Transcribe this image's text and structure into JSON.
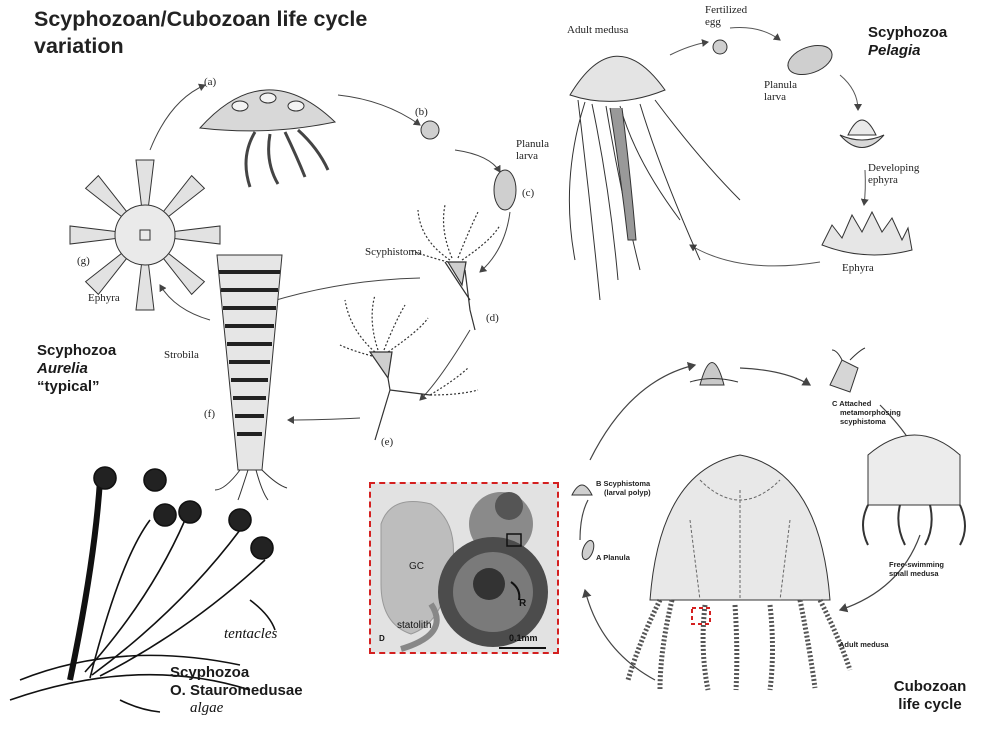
{
  "title": "Scyphozoan/Cubozoan life cycle variation",
  "panels": {
    "aurelia": {
      "group_label": [
        "Scyphozoa",
        "Aurelia",
        "“typical”"
      ],
      "stage_letters": [
        "(a)",
        "(b)",
        "(c)",
        "(d)",
        "(e)",
        "(f)",
        "(g)"
      ],
      "labels": {
        "planula": [
          "Planula",
          "larva"
        ],
        "scyphistoma": "Scyphistoma",
        "strobila": "Strobila",
        "ephyra": "Ephyra"
      }
    },
    "pelagia": {
      "group_label": [
        "Scyphozoa",
        "Pelagia"
      ],
      "labels": {
        "adult_medusa": "Adult medusa",
        "fertilized_egg": [
          "Fertilized",
          "egg"
        ],
        "planula": [
          "Planula",
          "larva"
        ],
        "developing_ephyra": [
          "Developing",
          "ephyra"
        ],
        "ephyra": "Ephyra"
      }
    },
    "stauromedusae": {
      "group_label": [
        "Scyphozoa",
        "O. Stauromedusae"
      ],
      "labels": {
        "tentacles": "tentacles",
        "algae": "algae"
      }
    },
    "statolith_inset": {
      "labels": {
        "gc": "GC",
        "r": "R",
        "statolith": "statolith",
        "panel_letter": "D",
        "scale": "0.1mm"
      }
    },
    "cubozoan": {
      "group_label": [
        "Cubozoan",
        "life cycle"
      ],
      "labels": {
        "attached": [
          "C  Attached",
          "metamorphosing",
          "scyphistoma"
        ],
        "scyphistoma": [
          "B  Scyphistoma",
          "(larval polyp)"
        ],
        "planula": "A  Planula",
        "free_swimming": [
          "Free-swimming",
          "small medusa"
        ],
        "adult_medusa": "Adult medusa"
      }
    }
  }
}
